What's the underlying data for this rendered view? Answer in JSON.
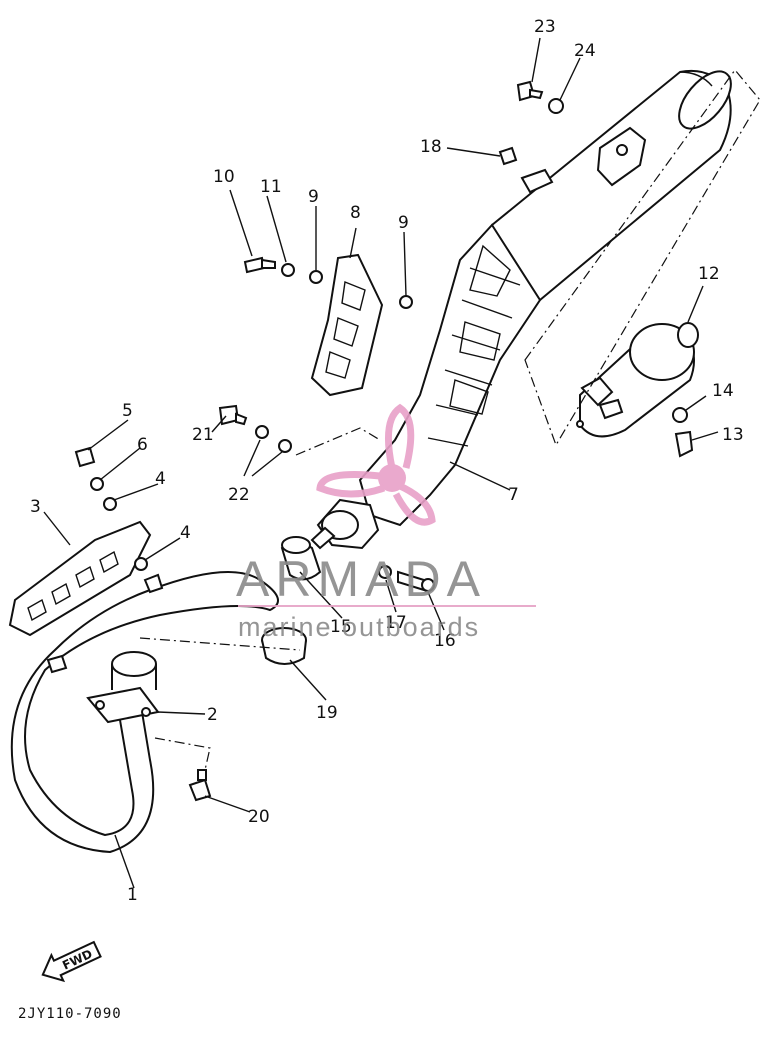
{
  "diagram": {
    "part_numbers": [
      "1",
      "2",
      "3",
      "4",
      "4",
      "5",
      "6",
      "7",
      "8",
      "9",
      "9",
      "10",
      "11",
      "12",
      "13",
      "14",
      "15",
      "16",
      "17",
      "18",
      "19",
      "20",
      "21",
      "22",
      "23",
      "24"
    ],
    "drawing_code": "2JY110-7090",
    "fwd_label": "FWD"
  },
  "watermark": {
    "brand": "ARMADA",
    "tagline": "marine outboards",
    "colors": {
      "logo_pink": "#e8a0c8",
      "text_gray": "#8a8a8a",
      "rule_pink": "#e6a3c6"
    }
  }
}
